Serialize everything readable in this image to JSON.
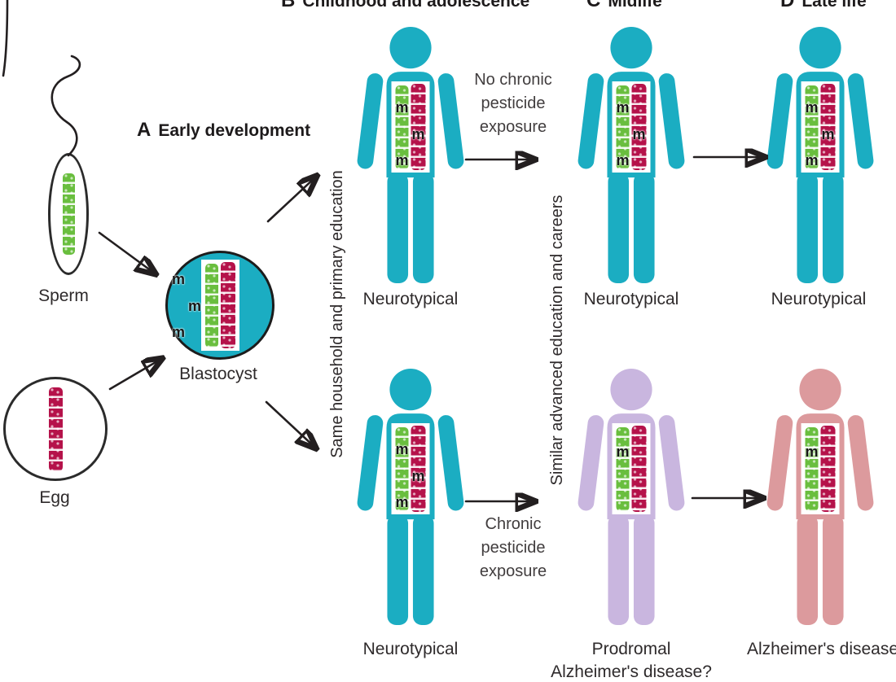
{
  "colors": {
    "teal": "#1badc2",
    "lavender": "#c9b6df",
    "salmon": "#dc9a9d",
    "green_chromatid": "#69be3e",
    "crimson_chromatid": "#b5124a",
    "arrow": "#231f20",
    "text": "#2e2a2b"
  },
  "icons": {
    "person": "person-pictogram-icon",
    "sperm": "sperm-cell-icon",
    "egg": "egg-cell-icon",
    "blastocyst": "blastocyst-icon",
    "chromatid": "methylated-chromatid-icon",
    "arrow": "transition-arrow-icon"
  },
  "panels": {
    "a": {
      "letter": "A",
      "title": "Early development"
    },
    "b": {
      "letter": "B",
      "title": "Childhood and adolescence"
    },
    "c": {
      "letter": "C",
      "title": "Midlife"
    },
    "d": {
      "letter": "D",
      "title": "Late life"
    }
  },
  "early_development": {
    "sperm_label": "Sperm",
    "egg_label": "Egg",
    "blastocyst_label": "Blastocyst"
  },
  "annotations": {
    "no_exposure": [
      "No chronic",
      "pesticide",
      "exposure"
    ],
    "exposure": [
      "Chronic",
      "pesticide",
      "exposure"
    ],
    "shared_childhood": "Same household and primary education",
    "shared_adulthood": "Similar advanced education and careers"
  },
  "methyl_mark": "m",
  "figures": {
    "b_top": {
      "label": "Neurotypical",
      "state": "neurotypical"
    },
    "c_top": {
      "label": "Neurotypical",
      "state": "neurotypical"
    },
    "d_top": {
      "label": "Neurotypical",
      "state": "neurotypical"
    },
    "b_bottom": {
      "label": "Neurotypical",
      "state": "neurotypical"
    },
    "c_bottom": {
      "label_line1": "Prodromal",
      "label_line2": "Alzheimer's disease?",
      "state": "prodromal"
    },
    "d_bottom": {
      "label": "Alzheimer's disease",
      "state": "alzheimers"
    }
  }
}
